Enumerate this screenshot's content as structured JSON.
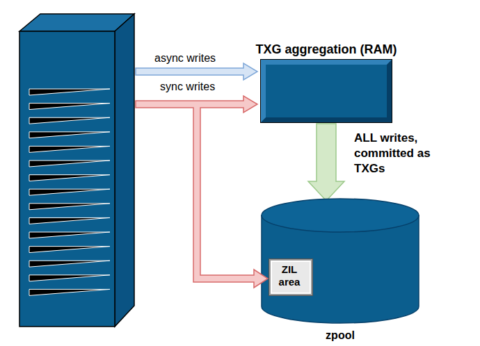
{
  "diagram": {
    "nodes": [
      {
        "text": [
          "TXG aggregation (RAM)"
        ]
      },
      {
        "text": [
          "zpool"
        ]
      },
      {
        "text": [
          "ZIL area"
        ],
        "in": 1
      }
    ],
    "edges": [
      {
        "from": 0,
        "to": 1,
        "arrow": "to",
        "label": "ALL writes, committed as TXGs"
      }
    ],
    "labels": [
      "async writes",
      "sync writes"
    ]
  }
}
